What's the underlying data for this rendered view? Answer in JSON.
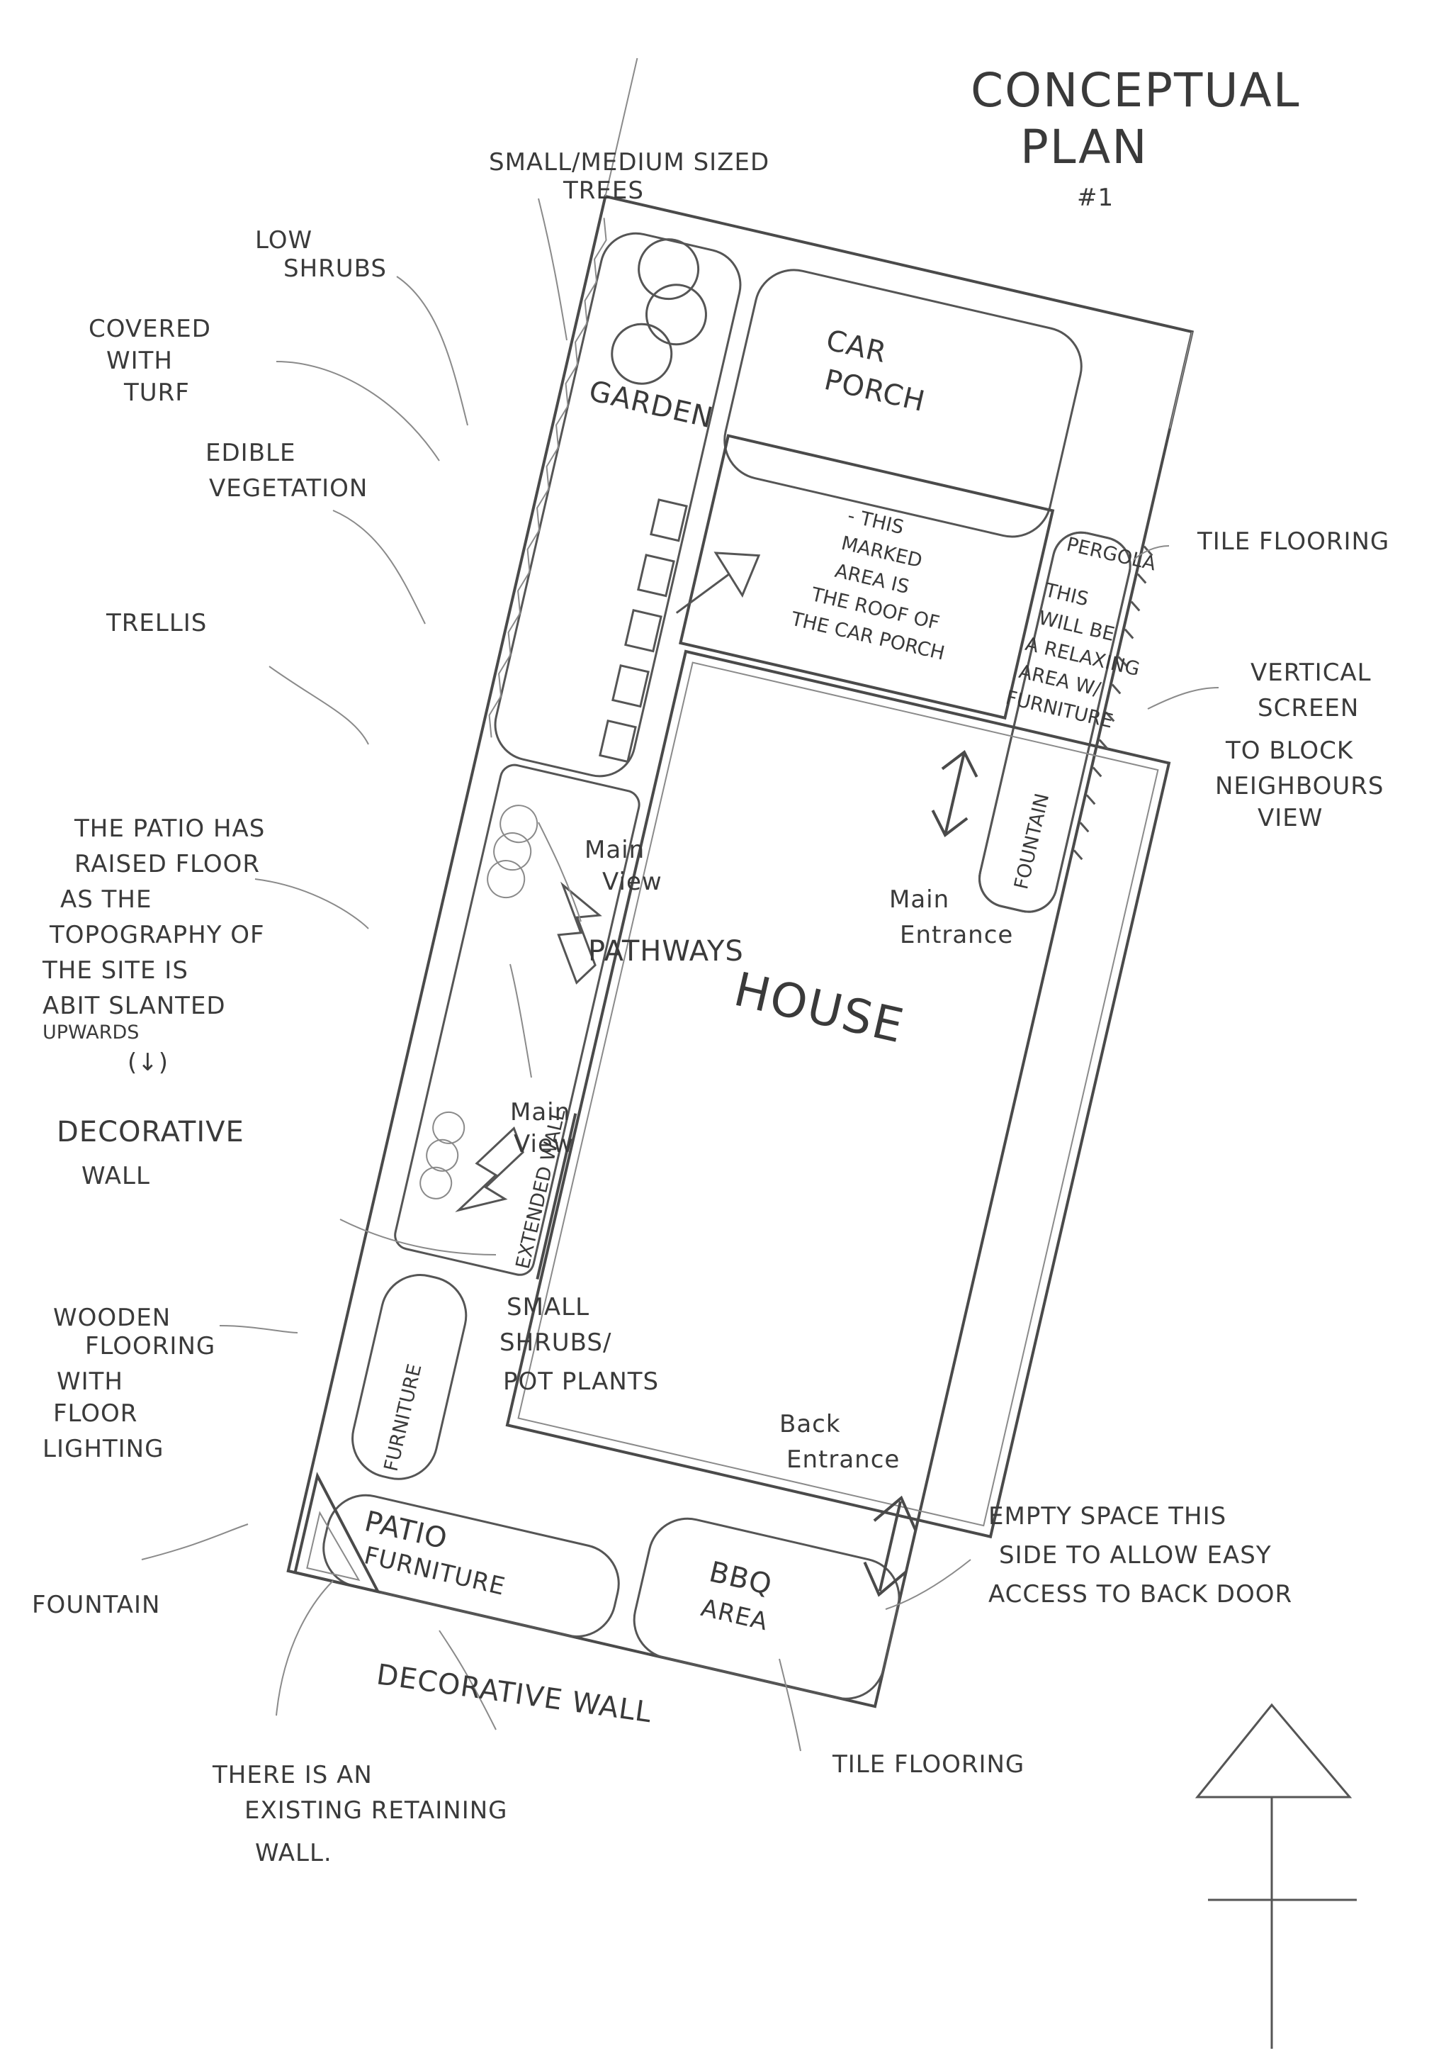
{
  "title": {
    "line1": "CONCEPTUAL",
    "line2": "PLAN",
    "number": "#1"
  },
  "zones": {
    "car_porch": [
      "CAR",
      "PORCH"
    ],
    "garden": "GARDEN",
    "pergola": "PERGOLA",
    "fountain_side": "FOUNTAIN",
    "house": "HOUSE",
    "patio": "PATIO",
    "patio_furniture": "FURNITURE",
    "side_furniture": "FURNITURE",
    "bbq": [
      "BBQ",
      "AREA"
    ],
    "extended_wall": "EXTENDED WALL"
  },
  "annotations": {
    "trees": [
      "SMALL/MEDIUM SIZED",
      "TREES"
    ],
    "low_shrubs": [
      "LOW",
      "SHRUBS"
    ],
    "turf": [
      "COVERED",
      "WITH",
      "TURF"
    ],
    "edible": [
      "EDIBLE",
      "VEGETATION"
    ],
    "trellis": "TRELLIS",
    "patio_raised": [
      "THE PATIO HAS",
      "RAISED FLOOR",
      "AS THE",
      "TOPOGRAPHY OF",
      "THE SITE IS",
      "ABIT SLANTED",
      "UPWARDS",
      "(↓)"
    ],
    "decorative_wall_side": [
      "DECORATIVE",
      "WALL"
    ],
    "wooden_flooring": [
      "WOODEN",
      "FLOORING",
      "WITH",
      "FLOOR",
      "LIGHTING"
    ],
    "fountain_corner": "FOUNTAIN",
    "retaining_wall": [
      "THERE IS AN",
      "EXISTING RETAINING",
      "WALL."
    ],
    "decorative_wall_bottom": "DECORATIVE WALL",
    "tile_flooring_bottom": "TILE FLOORING",
    "empty_space": [
      "EMPTY SPACE THIS",
      "SIDE TO ALLOW EASY",
      "ACCESS TO BACK DOOR"
    ],
    "back_entrance": [
      "Back",
      "Entrance"
    ],
    "small_shrubs": [
      "SMALL",
      "SHRUBS/",
      "POT PLANTS"
    ],
    "main_view_lower": [
      "Main",
      "View"
    ],
    "pathways": "PATHWAYS",
    "main_view_upper": [
      "Main",
      "View"
    ],
    "main_entrance": [
      "Main",
      "Entrance"
    ],
    "roof_note": [
      "- THIS",
      "MARKED",
      "AREA IS",
      "THE ROOF OF",
      "THE CAR PORCH"
    ],
    "relax_note": [
      "THIS",
      "WILL BE",
      "A RELAXING",
      "AREA W/",
      "FURNITURE"
    ],
    "tile_flooring_right": "TILE FLOORING",
    "vertical_screen": [
      "VERTICAL",
      "SCREEN",
      "TO BLOCK",
      "NEIGHBOURS",
      "VIEW"
    ]
  }
}
